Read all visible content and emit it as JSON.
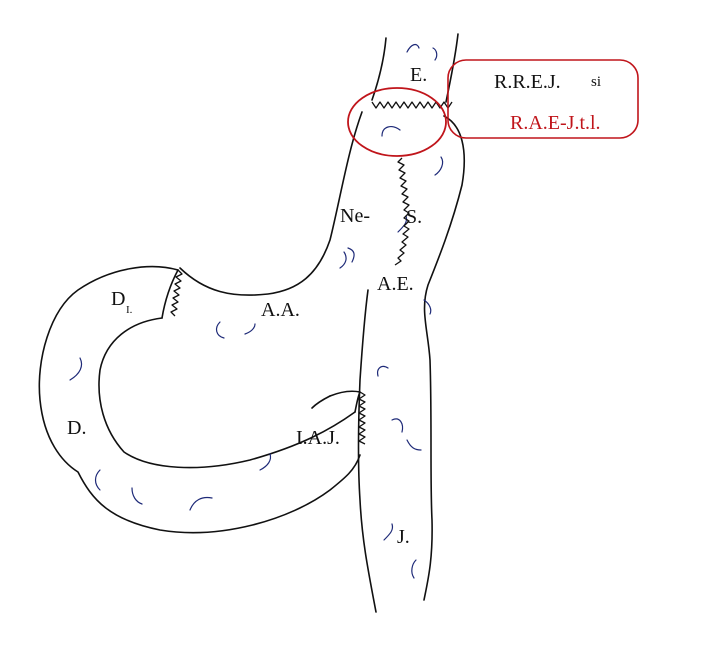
{
  "labels": {
    "esophagus": "E.",
    "neo_stomach": "Ne-",
    "stomach": "S.",
    "ae": "A.E.",
    "aa": "A.A.",
    "duodenum_d": "D",
    "duodenum_sub": "I.",
    "duodenum": "D.",
    "iaj": "I.A.J.",
    "jejunum": "J."
  },
  "callout": {
    "line1": "R.R.E.J.",
    "line1_suffix": "si",
    "line2": "R.A.E-J.t.l."
  },
  "colors": {
    "outline": "#111111",
    "callout_red": "#c0151b",
    "fold_marks": "#1e2a78"
  }
}
